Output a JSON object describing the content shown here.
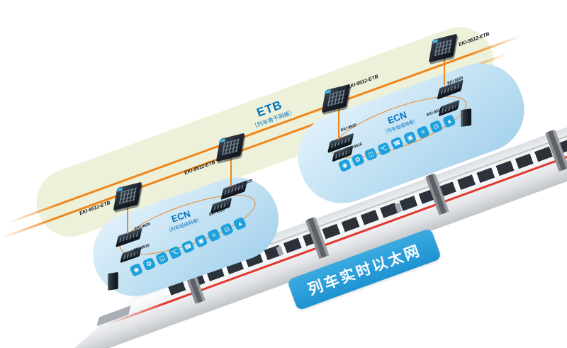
{
  "etb": {
    "title": "ETB",
    "subtitle": "（列车骨干网络）",
    "switches": [
      {
        "label": "EKI-9512-ETB"
      },
      {
        "label": "EKI-9512-ETB"
      },
      {
        "label": "EKI-9512-ETB"
      },
      {
        "label": "EKI-9512-ETB"
      }
    ]
  },
  "ecn_left": {
    "title": "ECN",
    "subtitle": "（列车组成网络）",
    "devices": {
      "top_left": "EKI-9520",
      "top_right": "EKI-9520",
      "mid_left": "EKI-9516",
      "mid_right": "EKI-9516"
    },
    "icons": [
      {
        "name": "camera",
        "glyph": "◉"
      },
      {
        "name": "fan",
        "glyph": "❂"
      },
      {
        "name": "door",
        "glyph": "◫"
      },
      {
        "name": "temperature",
        "glyph": "℃"
      },
      {
        "name": "phone",
        "glyph": "☎"
      },
      {
        "name": "storage",
        "glyph": "▣"
      },
      {
        "name": "list",
        "glyph": "≡"
      },
      {
        "name": "display",
        "glyph": "⊡"
      },
      {
        "name": "navigation",
        "glyph": "▲"
      }
    ]
  },
  "ecn_right": {
    "title": "ECN",
    "subtitle": "（列车组成网络）",
    "devices": {
      "top_left": "EKI-9520",
      "top_right": "EKI-9520",
      "mid_left": "EKI-9516",
      "mid_right": "EKI-9516"
    },
    "icons": [
      {
        "name": "camera",
        "glyph": "◉"
      },
      {
        "name": "fan",
        "glyph": "❂"
      },
      {
        "name": "door",
        "glyph": "◫"
      },
      {
        "name": "temperature",
        "glyph": "℃"
      },
      {
        "name": "phone",
        "glyph": "☎"
      },
      {
        "name": "storage",
        "glyph": "▣"
      },
      {
        "name": "list",
        "glyph": "≡"
      },
      {
        "name": "display",
        "glyph": "⊡"
      },
      {
        "name": "navigation",
        "glyph": "▲"
      }
    ]
  },
  "banner": {
    "text": "列车实时以太网"
  },
  "colors": {
    "line_orange": "#F08519",
    "band_green": "#EDF1DA",
    "blob_blue": "#A3D1EC",
    "icon_blue": "#1EA0DC",
    "banner_blue": "#1E92D2",
    "title_blue": "#0071BC",
    "train_red": "#E2372C"
  }
}
